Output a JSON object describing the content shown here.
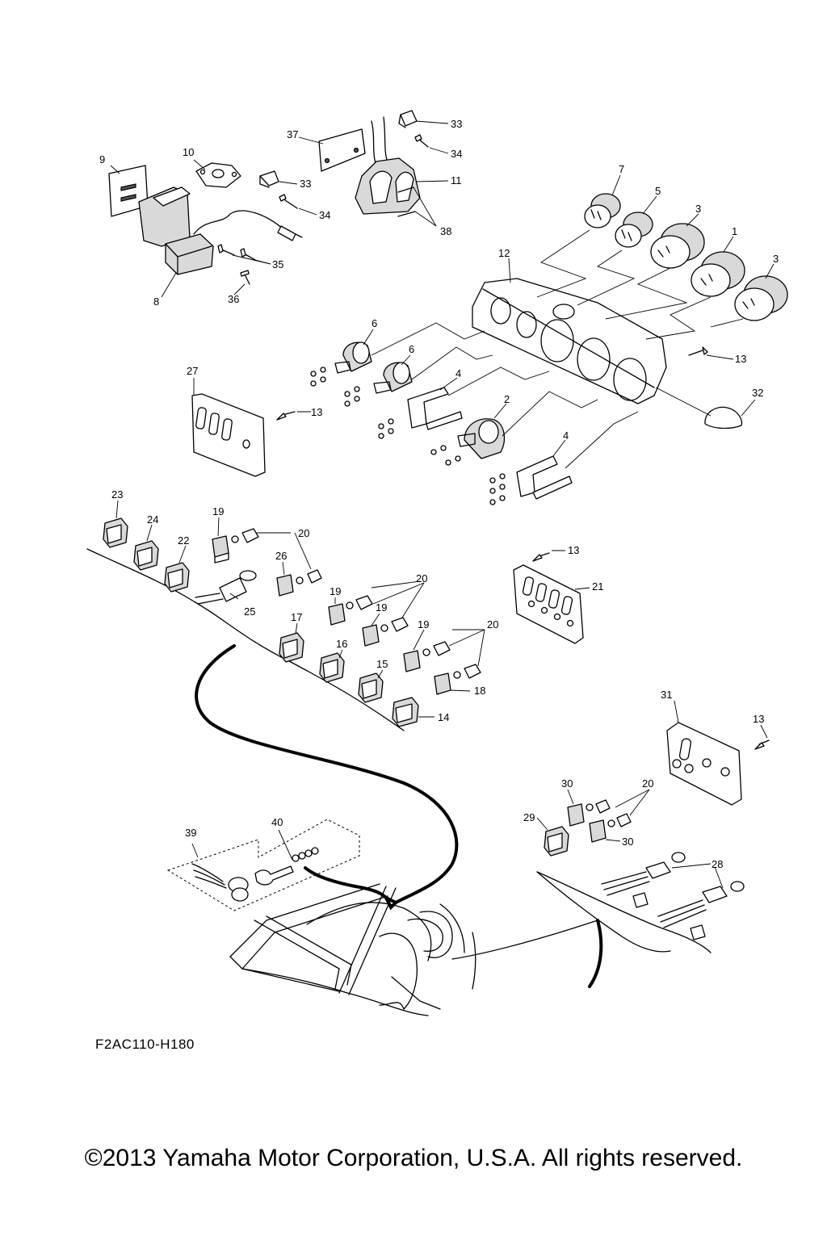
{
  "diagram_code": "F2AC110-H180",
  "copyright": "©2013 Yamaha Motor Corporation, U.S.A. All rights reserved.",
  "callouts": {
    "c1": "1",
    "c2": "2",
    "c3a": "3",
    "c3b": "3",
    "c4a": "4",
    "c4b": "4",
    "c5": "5",
    "c6a": "6",
    "c6b": "6",
    "c7": "7",
    "c8": "8",
    "c9": "9",
    "c10": "10",
    "c11": "11",
    "c12": "12",
    "c13a": "13",
    "c13b": "13",
    "c13c": "13",
    "c13d": "13",
    "c14": "14",
    "c15": "15",
    "c16": "16",
    "c17": "17",
    "c18": "18",
    "c19a": "19",
    "c19b": "19",
    "c19c": "19",
    "c19d": "19",
    "c20a": "20",
    "c20b": "20",
    "c20c": "20",
    "c20d": "20",
    "c21": "21",
    "c22": "22",
    "c23": "23",
    "c24": "24",
    "c25": "25",
    "c26": "26",
    "c27": "27",
    "c28": "28",
    "c29": "29",
    "c30a": "30",
    "c30b": "30",
    "c31": "31",
    "c32": "32",
    "c33a": "33",
    "c33b": "33",
    "c34a": "34",
    "c34b": "34",
    "c35": "35",
    "c36": "36",
    "c37": "37",
    "c38": "38",
    "c39": "39",
    "c40": "40"
  }
}
